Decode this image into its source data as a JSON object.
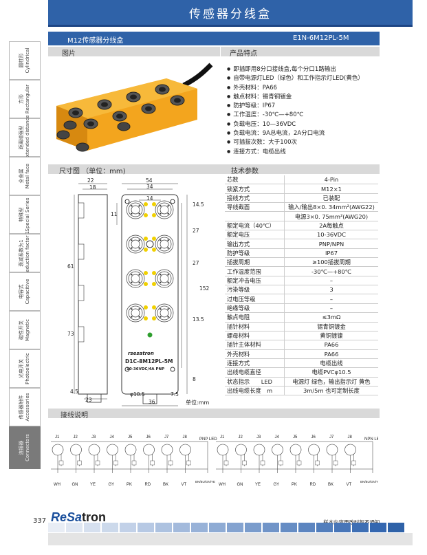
{
  "header": {
    "title": "传感器分线盒"
  },
  "sidebar": {
    "items": [
      {
        "zh": "圆柱形",
        "en": "Cylindrical"
      },
      {
        "zh": "方形",
        "en": "Rectangular"
      },
      {
        "zh": "距离增强型",
        "en": "Extended distance"
      },
      {
        "zh": "全金属",
        "en": "Metal face"
      },
      {
        "zh": "特殊型",
        "en": "Special Series"
      },
      {
        "zh": "衰减系数为1",
        "en": "Reduction factor 1"
      },
      {
        "zh": "电容式",
        "en": "Capacitive"
      },
      {
        "zh": "磁性开关",
        "en": "Magnetic"
      },
      {
        "zh": "光电开关",
        "en": "Photoelectric"
      },
      {
        "zh": "传感器附件",
        "en": "Accessories"
      },
      {
        "zh": "连接器",
        "en": "Connectors"
      }
    ]
  },
  "product": {
    "name": "M12传感器分线盒",
    "model": "E1N-6M12PL-5M"
  },
  "sections": {
    "picture": "图片",
    "features": "产品特点",
    "dimensions": "尺寸图 （单位：mm)",
    "specs": "技术参数",
    "wiring": "接线说明"
  },
  "features": [
    "即插即用8分口接线盒,每个分口1路输出",
    "自带电源灯LED（绿色）和工作指示灯LED(黄色）",
    "外壳材料：PA66",
    "触点材料：锡青铜镀金",
    "防护等级：IP67",
    "工作温度：-30℃—+80℃",
    "负载电压：10—36VDC",
    "负载电流：9A总电流，2A分口电流",
    "可插拔次数：大于100次",
    "连接方式：电缆出线"
  ],
  "specs": [
    [
      "芯数",
      "4-Pin"
    ],
    [
      "锁紧方式",
      "M12×1"
    ],
    [
      "接线方式",
      "已装配"
    ],
    [
      "导线截面",
      "输入/输出8×0. 34mm²(AWG22)"
    ],
    [
      "",
      "电源3×0. 75mm²(AWG20)"
    ],
    [
      "额定电流（40℃）",
      "2A每触点"
    ],
    [
      "额定电压",
      "10-36VDC"
    ],
    [
      "输出方式",
      "PNP/NPN"
    ],
    [
      "防护等级",
      "IP67"
    ],
    [
      "插拔周期",
      "≥100插拔周期"
    ],
    [
      "工作温度范围",
      "-30℃—+80℃"
    ],
    [
      "额定冲击电压",
      "–"
    ],
    [
      "污染等级",
      "3"
    ],
    [
      "过电压等级",
      "–"
    ],
    [
      "绝缘等级",
      "–"
    ],
    [
      "触点电阻",
      "≤3mΩ"
    ],
    [
      "插针材料",
      "锡青铜镀金"
    ],
    [
      "螺母材料",
      "黄铜镀镍"
    ],
    [
      "插针主体材料",
      "PA66"
    ],
    [
      "外壳材料",
      "PA66"
    ],
    [
      "连接方式",
      "电缆出线"
    ],
    [
      "出线电缆直径",
      "电缆PVCφ10.5"
    ],
    [
      "状态指示　　LED",
      "电源灯 绿色，输出指示灯 黄色"
    ],
    [
      "出线电缆长度　m",
      "3m/5m 也可定制长度"
    ]
  ],
  "drawing": {
    "d54": "54",
    "d34": "34",
    "d14": "14",
    "d22": "22",
    "d18": "18",
    "d14_5": "14.5",
    "d11": "11",
    "d27a": "27",
    "d27b": "27",
    "d152": "152",
    "d61": "61",
    "d73": "73",
    "d13_5": "13.5",
    "d4_5": "4.5",
    "d23": "23",
    "d10_5": "φ10.5",
    "d36": "36",
    "d7_5": "7.5",
    "d8": "8",
    "brand": "rsesatron",
    "label_model": "D1C-8M12PL-5M",
    "label_spec": "10-36VDC/4A  PNP",
    "unit": "单位:mm"
  },
  "wiring": {
    "pnp": {
      "label": "PNP LED",
      "ports": [
        "J1",
        "J2",
        "J3",
        "J4",
        "J5",
        "J6",
        "J7",
        "J8"
      ],
      "wires": [
        "WH",
        "GN",
        "YE",
        "GY",
        "PK",
        "RD",
        "BK",
        "VT"
      ],
      "common": "BN/BU/GN/YE"
    },
    "npn": {
      "label": "NPN LED",
      "ports": [
        "J1",
        "J2",
        "J3",
        "J4",
        "J5",
        "J6",
        "J7",
        "J8"
      ],
      "wires": [
        "WH",
        "GN",
        "YE",
        "GY",
        "PK",
        "RD",
        "BK",
        "VT"
      ],
      "common": "BN/BU/GN/YE"
    }
  },
  "footer": {
    "page": "337",
    "logo_a": "ReSa",
    "logo_b": "tron",
    "notice": "样本内容更改时恕不通知"
  },
  "colors": {
    "brand_blue": "#2f62a8",
    "housing": "#f5a623",
    "led_yellow": "#f0d000",
    "led_green": "#2e9e2e"
  }
}
